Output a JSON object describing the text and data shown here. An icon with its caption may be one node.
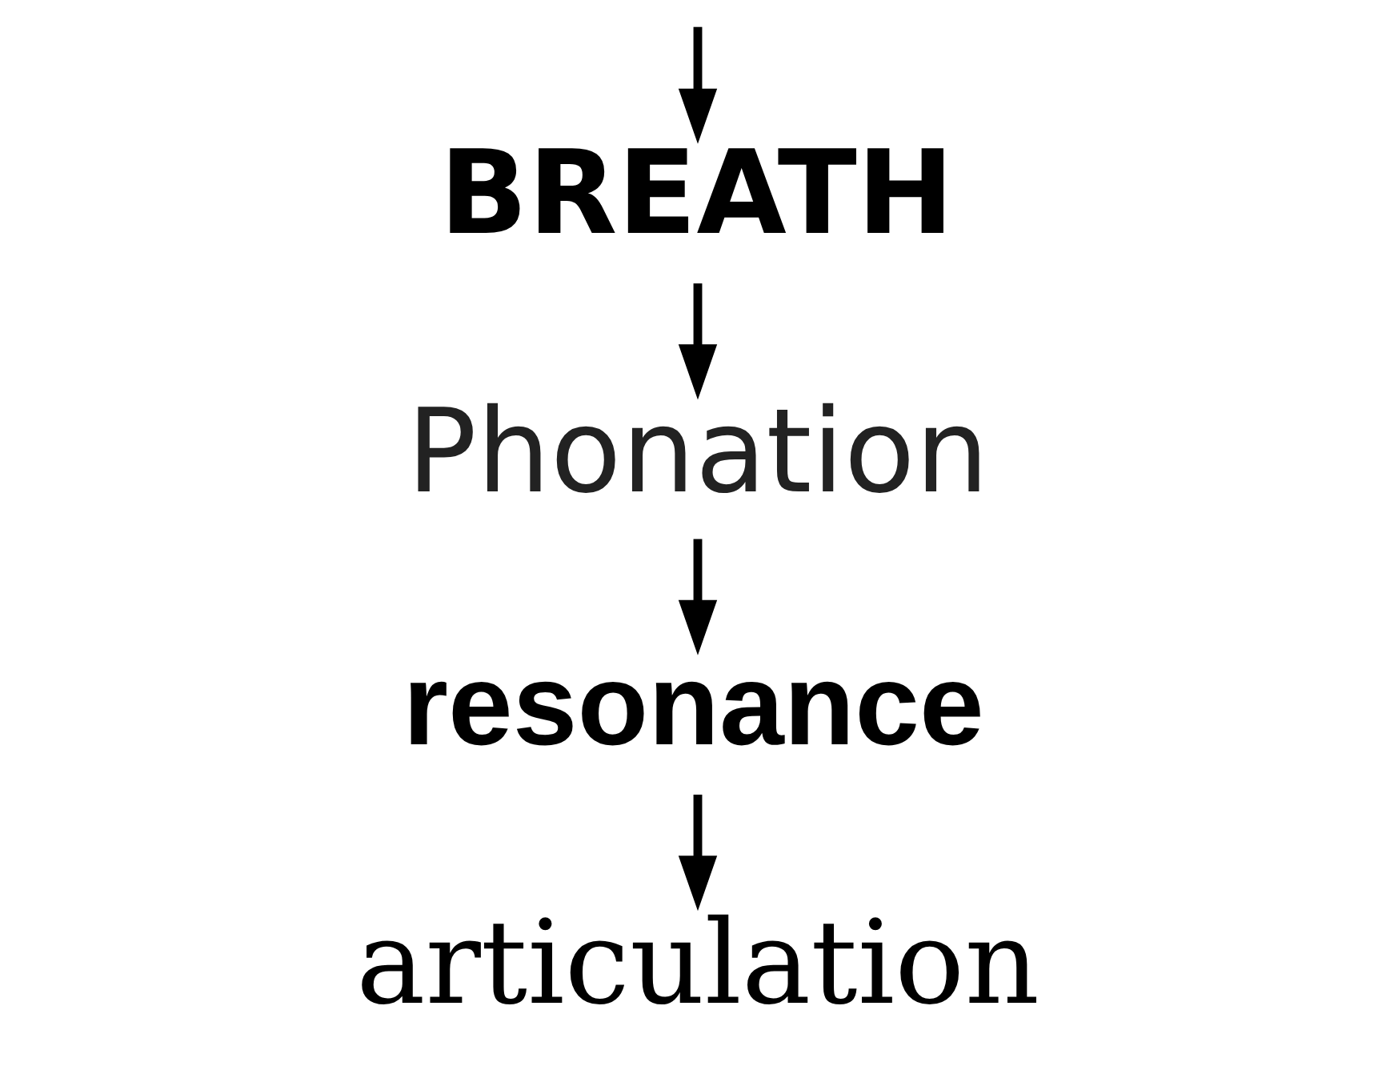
{
  "diagram": {
    "nodes": [
      {
        "text": [
          "BREATH"
        ]
      },
      {
        "text": [
          "Phonation"
        ]
      },
      {
        "text": [
          "resonance"
        ]
      },
      {
        "text": [
          "articulation"
        ]
      }
    ],
    "edges": [
      {
        "from": null,
        "to": 0,
        "arrow": "to"
      },
      {
        "from": 0,
        "to": 1,
        "arrow": "to"
      },
      {
        "from": 1,
        "to": 2,
        "arrow": "to"
      },
      {
        "from": 2,
        "to": 3,
        "arrow": "to"
      }
    ]
  }
}
